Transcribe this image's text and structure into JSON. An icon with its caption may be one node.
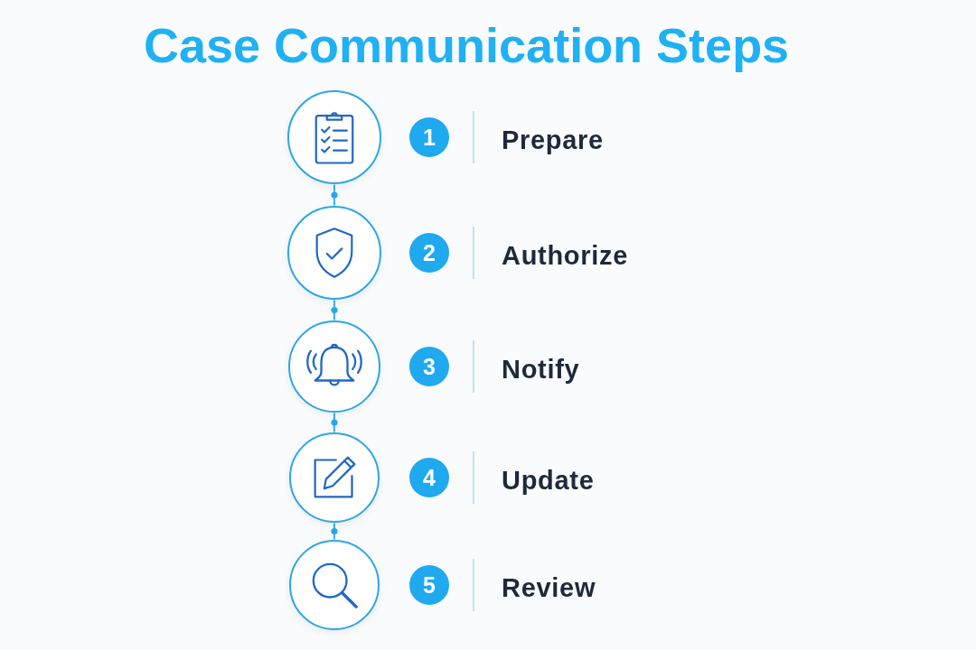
{
  "diagram": {
    "title": "Case Communication Steps",
    "nodes": [
      {
        "text": [],
        "shape": "circle",
        "beside": [
          "1",
          "Prepare"
        ]
      },
      {
        "text": [],
        "shape": "circle",
        "beside": [
          "2",
          "Authorize"
        ]
      },
      {
        "text": [],
        "shape": "circle",
        "beside": [
          "3",
          "Notify"
        ]
      },
      {
        "text": [],
        "shape": "circle",
        "beside": [
          "4",
          "Update"
        ]
      },
      {
        "text": [],
        "shape": "circle",
        "beside": [
          "5",
          "Review"
        ]
      }
    ],
    "edges": [
      {
        "from": 0,
        "to": 1,
        "arrow": "none"
      },
      {
        "from": 1,
        "to": 2,
        "arrow": "none"
      },
      {
        "from": 2,
        "to": 3,
        "arrow": "none"
      },
      {
        "from": 3,
        "to": 4,
        "arrow": "none"
      }
    ]
  }
}
